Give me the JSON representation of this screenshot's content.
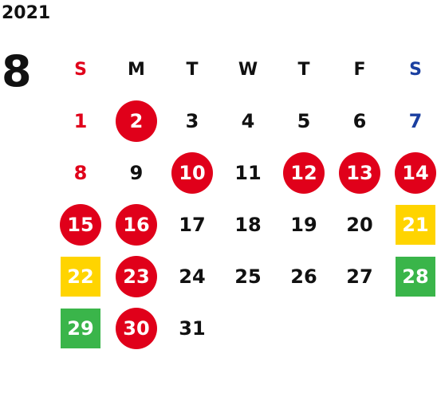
{
  "year": "2021",
  "month": "8",
  "colors": {
    "holiday_red": "#e0001a",
    "yellow": "#ffd400",
    "green": "#3ab54a",
    "saturday_blue": "#1a3fa0"
  },
  "weekdays": [
    "S",
    "M",
    "T",
    "W",
    "T",
    "F",
    "S"
  ],
  "weeks": [
    [
      {
        "d": "1",
        "s": "sun"
      },
      {
        "d": "2",
        "s": "circle"
      },
      {
        "d": "3",
        "s": "plain"
      },
      {
        "d": "4",
        "s": "plain"
      },
      {
        "d": "5",
        "s": "plain"
      },
      {
        "d": "6",
        "s": "plain"
      },
      {
        "d": "7",
        "s": "sat"
      }
    ],
    [
      {
        "d": "8",
        "s": "sun"
      },
      {
        "d": "9",
        "s": "plain"
      },
      {
        "d": "10",
        "s": "circle"
      },
      {
        "d": "11",
        "s": "plain"
      },
      {
        "d": "12",
        "s": "circle"
      },
      {
        "d": "13",
        "s": "circle"
      },
      {
        "d": "14",
        "s": "circle"
      }
    ],
    [
      {
        "d": "15",
        "s": "circle"
      },
      {
        "d": "16",
        "s": "circle"
      },
      {
        "d": "17",
        "s": "plain"
      },
      {
        "d": "18",
        "s": "plain"
      },
      {
        "d": "19",
        "s": "plain"
      },
      {
        "d": "20",
        "s": "plain"
      },
      {
        "d": "21",
        "s": "sq-y"
      }
    ],
    [
      {
        "d": "22",
        "s": "sq-y"
      },
      {
        "d": "23",
        "s": "circle"
      },
      {
        "d": "24",
        "s": "plain"
      },
      {
        "d": "25",
        "s": "plain"
      },
      {
        "d": "26",
        "s": "plain"
      },
      {
        "d": "27",
        "s": "plain"
      },
      {
        "d": "28",
        "s": "sq-g"
      }
    ],
    [
      {
        "d": "29",
        "s": "sq-g"
      },
      {
        "d": "30",
        "s": "circle"
      },
      {
        "d": "31",
        "s": "plain"
      }
    ]
  ]
}
